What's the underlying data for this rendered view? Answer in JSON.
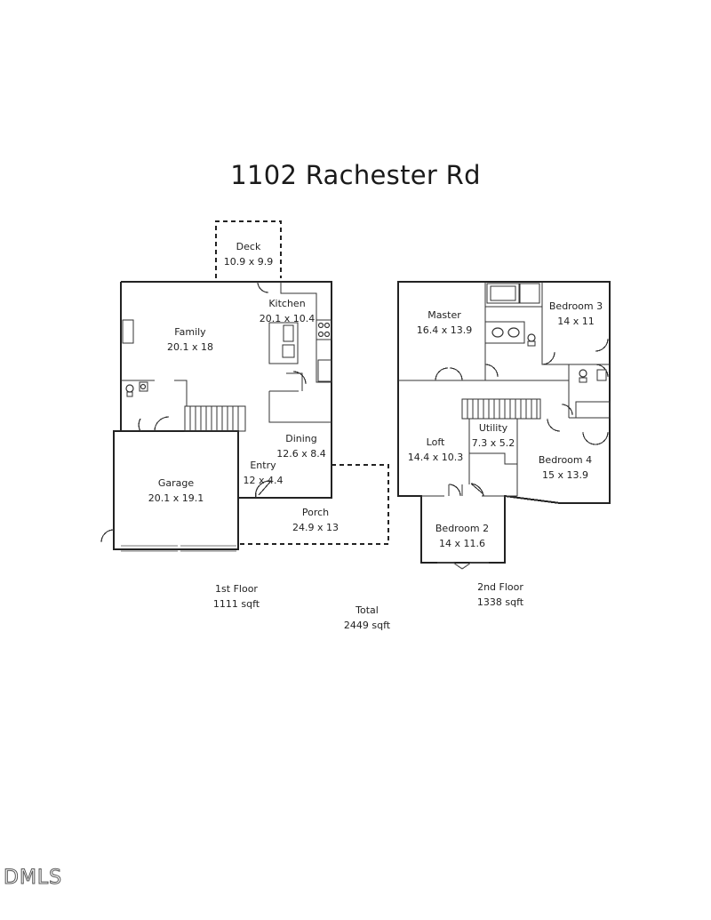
{
  "title": "1102 Rachester Rd",
  "rooms": {
    "deck": {
      "name": "Deck",
      "size": "10.9 x 9.9"
    },
    "kitchen": {
      "name": "Kitchen",
      "size": "20.1 x 10.4"
    },
    "family": {
      "name": "Family",
      "size": "20.1 x 18"
    },
    "dining": {
      "name": "Dining",
      "size": "12.6 x 8.4"
    },
    "entry": {
      "name": "Entry",
      "size": "12 x 4.4"
    },
    "garage": {
      "name": "Garage",
      "size": "20.1 x 19.1"
    },
    "porch": {
      "name": "Porch",
      "size": "24.9 x 13"
    },
    "master": {
      "name": "Master",
      "size": "16.4 x 13.9"
    },
    "bedroom3": {
      "name": "Bedroom 3",
      "size": "14 x 11"
    },
    "utility": {
      "name": "Utility",
      "size": "7.3 x 5.2"
    },
    "loft": {
      "name": "Loft",
      "size": "14.4 x 10.3"
    },
    "bedroom4": {
      "name": "Bedroom 4",
      "size": "15 x 13.9"
    },
    "bedroom2": {
      "name": "Bedroom 2",
      "size": "14 x 11.6"
    }
  },
  "floors": {
    "first": {
      "name": "1st Floor",
      "area": "1111 sqft"
    },
    "second": {
      "name": "2nd Floor",
      "area": "1338 sqft"
    },
    "total": {
      "name": "Total",
      "area": "2449 sqft"
    }
  },
  "watermark": "DMLS"
}
